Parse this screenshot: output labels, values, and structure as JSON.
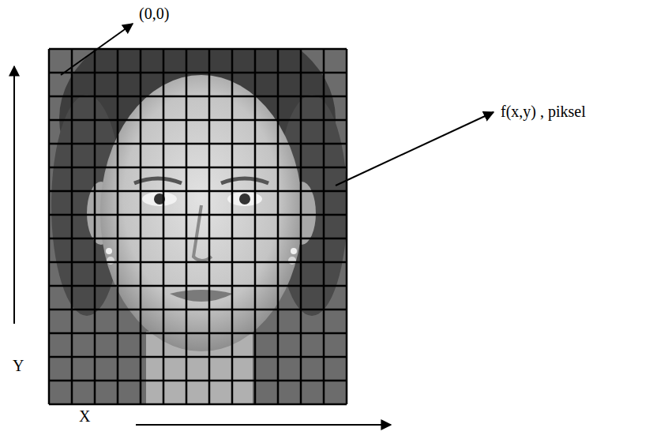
{
  "diagram": {
    "labels": [
      "(0,0)",
      "f(x,y) , piksel",
      "Y",
      "X"
    ]
  }
}
